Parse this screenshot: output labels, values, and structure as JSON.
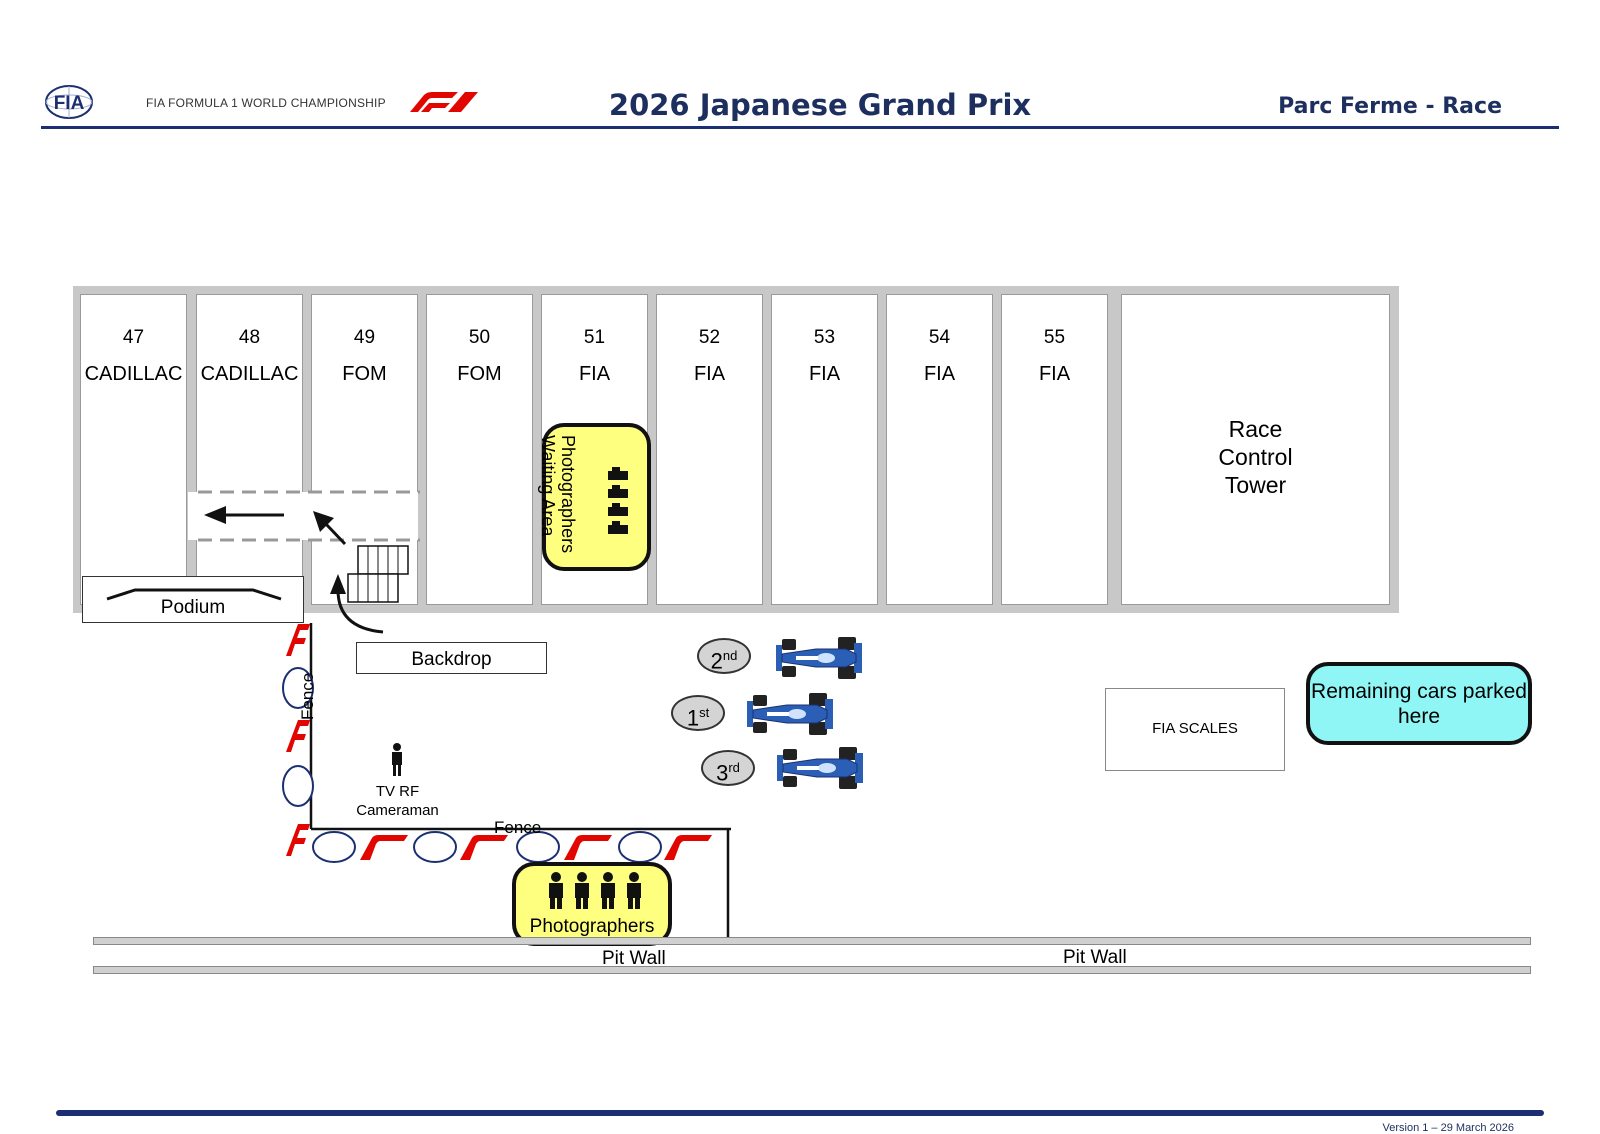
{
  "header": {
    "fia_logo": "FIA",
    "championship": "FIA FORMULA 1 WORLD CHAMPIONSHIP",
    "f1_logo": "F1",
    "title": "2026 Japanese Grand Prix",
    "subtitle": "Parc Ferme - Race"
  },
  "garages": [
    {
      "number": "47",
      "team": "CADILLAC"
    },
    {
      "number": "48",
      "team": "CADILLAC"
    },
    {
      "number": "49",
      "team": "FOM"
    },
    {
      "number": "50",
      "team": "FOM"
    },
    {
      "number": "51",
      "team": "FIA"
    },
    {
      "number": "52",
      "team": "FIA"
    },
    {
      "number": "53",
      "team": "FIA"
    },
    {
      "number": "54",
      "team": "FIA"
    },
    {
      "number": "55",
      "team": "FIA"
    }
  ],
  "race_control": {
    "line1": "Race",
    "line2": "Control",
    "line3": "Tower"
  },
  "podium": "Podium",
  "backdrop": "Backdrop",
  "photographers_waiting": {
    "line1": "Photographers",
    "line2": "Waiting Area"
  },
  "photographers": "Photographers",
  "tv_rf": {
    "line1": "TV RF",
    "line2": "Cameraman"
  },
  "fence": "Fence",
  "positions": [
    {
      "label": "2",
      "suffix": "nd"
    },
    {
      "label": "1",
      "suffix": "st"
    },
    {
      "label": "3",
      "suffix": "rd"
    }
  ],
  "fia_scales": "FIA SCALES",
  "remaining_cars": {
    "line1": "Remaining cars parked",
    "line2": "here"
  },
  "pit_wall": "Pit Wall",
  "footer": {
    "version": "Version 1 – 29 March 2026"
  },
  "colors": {
    "navy": "#1b2f72",
    "f1_red": "#e10600",
    "yellow": "#ffff7f",
    "cyan": "#8ff5f5",
    "car_blue": "#2b5fb5"
  }
}
